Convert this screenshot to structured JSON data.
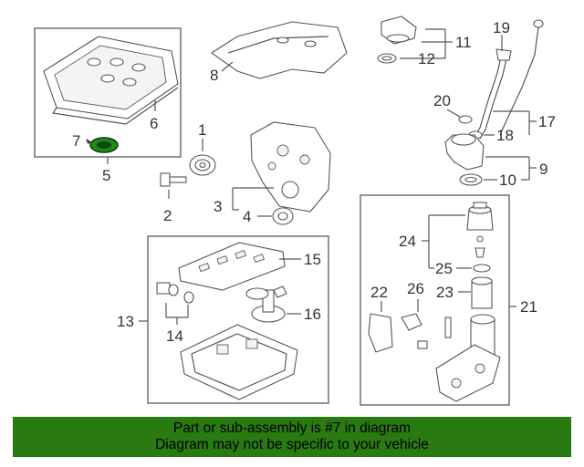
{
  "labels": {
    "p1": "1",
    "p2": "2",
    "p3": "3",
    "p4": "4",
    "p5": "5",
    "p6": "6",
    "p7": "7",
    "p8": "8",
    "p9": "9",
    "p10": "10",
    "p11": "11",
    "p12": "12",
    "p13": "13",
    "p14": "14",
    "p15": "15",
    "p16": "16",
    "p17": "17",
    "p18": "18",
    "p19": "19",
    "p20": "20",
    "p21": "21",
    "p22": "22",
    "p23": "23",
    "p24": "24",
    "p25": "25",
    "p26": "26"
  },
  "banner": {
    "line1": "Part or sub-assembly is #7 in diagram",
    "line2": "Diagram may not be specific to your vehicle"
  },
  "colors": {
    "highlight": "#1f8a1f",
    "banner_bg": "#2a7a12"
  }
}
